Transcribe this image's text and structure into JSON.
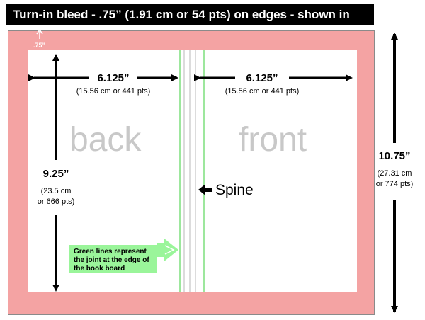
{
  "title": "Turn-in bleed - .75” (1.91 cm or 54 pts) on edges - shown in pink",
  "bleed_label": ".75”",
  "back": {
    "width": "6.125”",
    "width_sub": "(15.56 cm or 441 pts)",
    "label": "back"
  },
  "front": {
    "width": "6.125”",
    "width_sub": "(15.56 cm or 441 pts)",
    "label": "front"
  },
  "height_inner": {
    "value": "9.25”",
    "line1": "(23.5 cm",
    "line2": "or 666 pts)"
  },
  "height_total": {
    "value": "10.75”",
    "line1": "(27.31 cm",
    "line2": "or 774 pts)"
  },
  "spine_label": "Spine",
  "callout": {
    "line1": "Green lines represent",
    "line2": "the joint at the edge of",
    "line3": "the book board"
  },
  "colors": {
    "bleed": "#f4a3a3",
    "joint_lines": "#7ddf7d",
    "spine_lines": "#b8b8b8",
    "callout_bg": "#9af59a"
  }
}
